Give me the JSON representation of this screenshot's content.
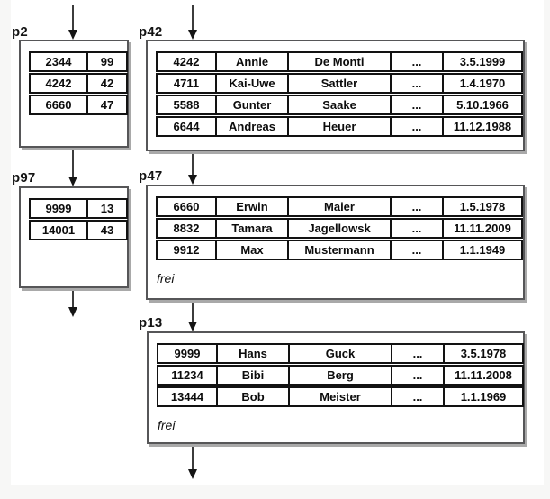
{
  "colors": {
    "background": "#f7f7f6",
    "surface": "#ffffff",
    "box_border": "#565658",
    "box_shadow": "#a9a9a9",
    "table_border": "#121212",
    "arrow": "#151515"
  },
  "pages": {
    "p2": {
      "label": "p2",
      "rows": [
        [
          "2344",
          "99"
        ],
        [
          "4242",
          "42"
        ],
        [
          "6660",
          "47"
        ]
      ]
    },
    "p42": {
      "label": "p42",
      "rows": [
        [
          "4242",
          "Annie",
          "De Monti",
          "...",
          "3.5.1999"
        ],
        [
          "4711",
          "Kai-Uwe",
          "Sattler",
          "...",
          "1.4.1970"
        ],
        [
          "5588",
          "Gunter",
          "Saake",
          "...",
          "5.10.1966"
        ],
        [
          "6644",
          "Andreas",
          "Heuer",
          "...",
          "11.12.1988"
        ]
      ]
    },
    "p97": {
      "label": "p97",
      "rows": [
        [
          "9999",
          "13"
        ],
        [
          "14001",
          "43"
        ]
      ]
    },
    "p47": {
      "label": "p47",
      "free_label": "frei",
      "rows": [
        [
          "6660",
          "Erwin",
          "Maier",
          "...",
          "1.5.1978"
        ],
        [
          "8832",
          "Tamara",
          "Jagellowsk",
          "...",
          "11.11.2009"
        ],
        [
          "9912",
          "Max",
          "Mustermann",
          "...",
          "1.1.1949"
        ]
      ]
    },
    "p13": {
      "label": "p13",
      "free_label": "frei",
      "rows": [
        [
          "9999",
          "Hans",
          "Guck",
          "...",
          "3.5.1978"
        ],
        [
          "11234",
          "Bibi",
          "Berg",
          "...",
          "11.11.2008"
        ],
        [
          "13444",
          "Bob",
          "Meister",
          "...",
          "1.1.1969"
        ]
      ]
    }
  }
}
